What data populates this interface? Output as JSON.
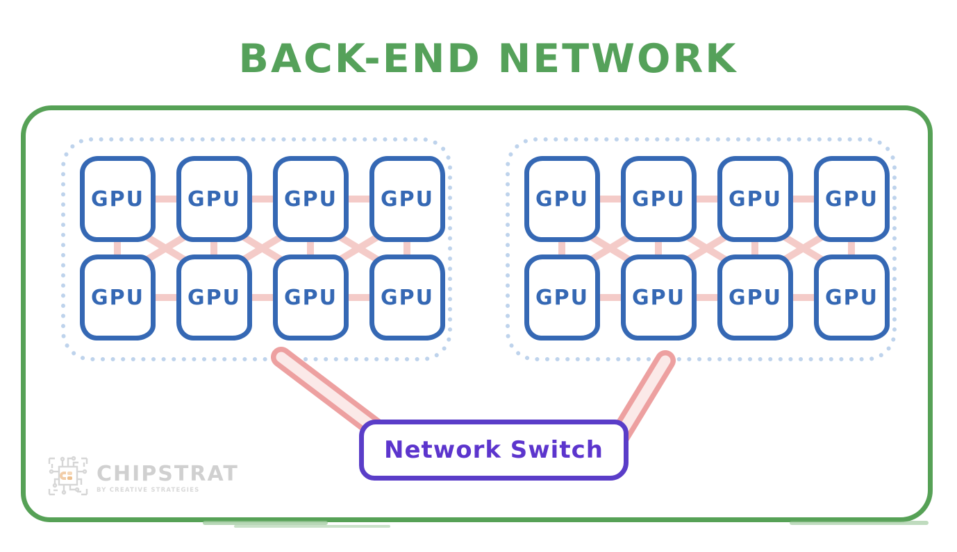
{
  "title": "BACK-END NETWORK",
  "clusters": [
    {
      "id": "gpu-cluster-1",
      "gpus": [
        "GPU",
        "GPU",
        "GPU",
        "GPU",
        "GPU",
        "GPU",
        "GPU",
        "GPU"
      ]
    },
    {
      "id": "gpu-cluster-2",
      "gpus": [
        "GPU",
        "GPU",
        "GPU",
        "GPU",
        "GPU",
        "GPU",
        "GPU",
        "GPU"
      ]
    }
  ],
  "switch": {
    "label": "Network Switch"
  },
  "logo": {
    "name": "CHIPSTRAT",
    "tagline": "BY CREATIVE STRATEGIES"
  },
  "colors": {
    "title_green": "#55a15a",
    "boundary_green": "#56a156",
    "gpu_blue": "#3568b4",
    "cluster_dot_blue": "#bed3ec",
    "mesh_pink": "#f4cbc8",
    "trunk_stroke_pink": "#eda0a0",
    "trunk_fill_pink": "#fbe9e8",
    "switch_purple": "#5a3dc8",
    "logo_gray": "#d0d0d0",
    "logo_accent_tan": "#f2cda8"
  }
}
